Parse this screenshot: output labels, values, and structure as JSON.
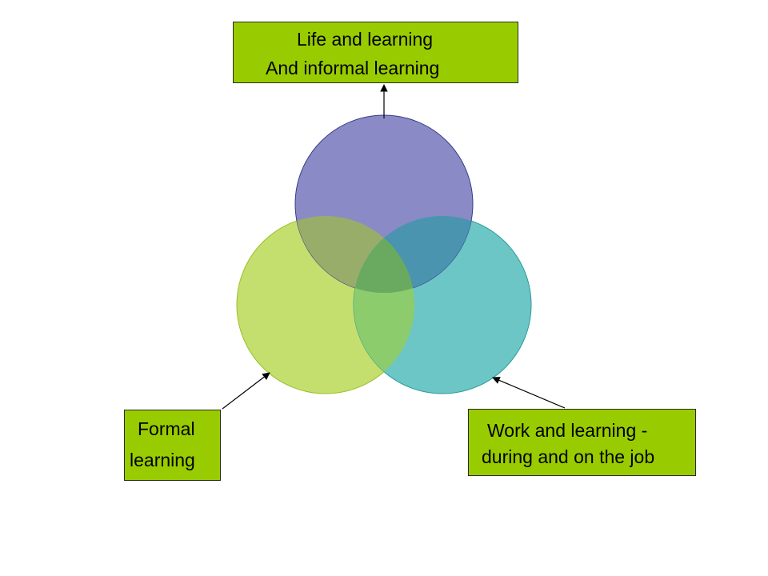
{
  "colors": {
    "box_fill": "#99cc00",
    "circle_top": "#8a8ac6",
    "circle_left": "#c4df6e",
    "circle_right": "#6cc6c6",
    "overlap_top_left": "#99ad6b",
    "overlap_top_right": "#4a94b0",
    "overlap_left_right": "#8dcc6c",
    "overlap_center": "#6aaa60"
  },
  "labels": {
    "top": {
      "line1": "Life and learning",
      "line2": "And informal learning"
    },
    "left": {
      "line1": "Formal",
      "line2": "learning"
    },
    "right": {
      "line1": "Work and learning -",
      "line2": "during and on the job"
    }
  }
}
